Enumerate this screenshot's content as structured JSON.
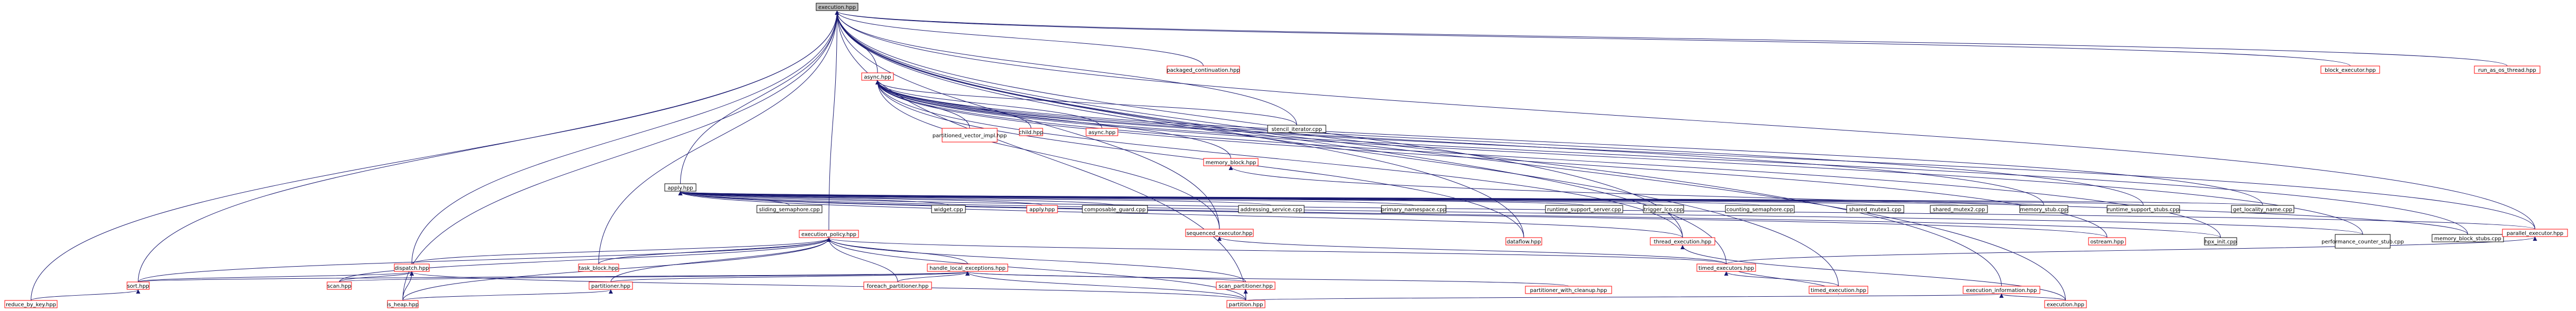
{
  "colors": {
    "edge": "#191970",
    "root_fill": "#bfbfbf",
    "root_stroke": "#000000",
    "red_stroke": "#ff0000",
    "black_stroke": "#000000",
    "fill": "#ffffff"
  },
  "nodes": [
    {
      "id": "execution",
      "label": "execution.hpp",
      "style": "root"
    },
    {
      "id": "async",
      "label": "async.hpp",
      "style": "red"
    },
    {
      "id": "packaged_continuation",
      "label": "packaged_continuation.hpp",
      "style": "red"
    },
    {
      "id": "block_executor",
      "label": "block_executor.hpp",
      "style": "red"
    },
    {
      "id": "run_as_os_thread",
      "label": "run_as_os_thread.hpp",
      "style": "red"
    },
    {
      "id": "partitioned_vector_impl",
      "label": "partitioned_vector_impl.hpp",
      "style": "red"
    },
    {
      "id": "child",
      "label": "child.hpp",
      "style": "red"
    },
    {
      "id": "async_hpp2",
      "label": "async.hpp",
      "style": "red"
    },
    {
      "id": "apply",
      "label": "apply.hpp",
      "style": "black"
    },
    {
      "id": "stencil_iterator",
      "label": "stencil_iterator.cpp",
      "style": "black"
    },
    {
      "id": "memory_block",
      "label": "memory_block.hpp",
      "style": "red"
    },
    {
      "id": "sliding_semaphore",
      "label": "sliding_semaphore.cpp",
      "style": "black"
    },
    {
      "id": "widget",
      "label": "widget.cpp",
      "style": "black"
    },
    {
      "id": "apply_hpp2",
      "label": "apply.hpp",
      "style": "red"
    },
    {
      "id": "composable_guard",
      "label": "composable_guard.cpp",
      "style": "black"
    },
    {
      "id": "addressing_service",
      "label": "addressing_service.cpp",
      "style": "black"
    },
    {
      "id": "primary_namespace",
      "label": "primary_namespace.cpp",
      "style": "black"
    },
    {
      "id": "runtime_support_server",
      "label": "runtime_support_server.cpp",
      "style": "black"
    },
    {
      "id": "trigger_lco",
      "label": "trigger_lco.cpp",
      "style": "black"
    },
    {
      "id": "counting_semaphore",
      "label": "counting_semaphore.cpp",
      "style": "black"
    },
    {
      "id": "shared_mutex1",
      "label": "shared_mutex1.cpp",
      "style": "black"
    },
    {
      "id": "shared_mutex2",
      "label": "shared_mutex2.cpp",
      "style": "black"
    },
    {
      "id": "memory_stub",
      "label": "memory_stub.cpp",
      "style": "black"
    },
    {
      "id": "runtime_support_stubs",
      "label": "runtime_support_stubs.cpp",
      "style": "black"
    },
    {
      "id": "get_locality_name",
      "label": "get_locality_name.cpp",
      "style": "black"
    },
    {
      "id": "ostream",
      "label": "ostream.hpp",
      "style": "red"
    },
    {
      "id": "hpx_init",
      "label": "hpx_init.cpp",
      "style": "black"
    },
    {
      "id": "performance_counter_stub",
      "label": "performance_counter_stub.cpp",
      "style": "black"
    },
    {
      "id": "memory_block_stubs",
      "label": "memory_block_stubs.cpp",
      "style": "black"
    },
    {
      "id": "parallel_executor",
      "label": "parallel_executor.hpp",
      "style": "red"
    },
    {
      "id": "sequenced_executor",
      "label": "sequenced_executor.hpp",
      "style": "red"
    },
    {
      "id": "dataflow",
      "label": "dataflow.hpp",
      "style": "red"
    },
    {
      "id": "thread_execution",
      "label": "thread_execution.hpp",
      "style": "red"
    },
    {
      "id": "execution_policy",
      "label": "execution_policy.hpp",
      "style": "red"
    },
    {
      "id": "dispatch",
      "label": "dispatch.hpp",
      "style": "red"
    },
    {
      "id": "task_block",
      "label": "task_block.hpp",
      "style": "red"
    },
    {
      "id": "handle_local_exceptions",
      "label": "handle_local_exceptions.hpp",
      "style": "red"
    },
    {
      "id": "timed_executors",
      "label": "timed_executors.hpp",
      "style": "red"
    },
    {
      "id": "sort",
      "label": "sort.hpp",
      "style": "red"
    },
    {
      "id": "scan",
      "label": "scan.hpp",
      "style": "red"
    },
    {
      "id": "partitioner",
      "label": "partitioner.hpp",
      "style": "red"
    },
    {
      "id": "foreach_partitioner",
      "label": "foreach_partitioner.hpp",
      "style": "red"
    },
    {
      "id": "scan_partitioner",
      "label": "scan_partitioner.hpp",
      "style": "red"
    },
    {
      "id": "partitioner_with_cleanup",
      "label": "partitioner_with_cleanup.hpp",
      "style": "red"
    },
    {
      "id": "timed_execution",
      "label": "timed_execution.hpp",
      "style": "red"
    },
    {
      "id": "execution_information",
      "label": "execution_information.hpp",
      "style": "red"
    },
    {
      "id": "reduce_by_key",
      "label": "reduce_by_key.hpp",
      "style": "red"
    },
    {
      "id": "is_heap",
      "label": "is_heap.hpp",
      "style": "red"
    },
    {
      "id": "partition",
      "label": "partition.hpp",
      "style": "red"
    },
    {
      "id": "execution_hpp2",
      "label": "execution.hpp",
      "style": "red"
    }
  ],
  "edges": [
    [
      "async",
      "execution"
    ],
    [
      "packaged_continuation",
      "execution"
    ],
    [
      "block_executor",
      "execution"
    ],
    [
      "run_as_os_thread",
      "execution"
    ],
    [
      "apply",
      "execution"
    ],
    [
      "stencil_iterator",
      "execution"
    ],
    [
      "dataflow",
      "execution"
    ],
    [
      "thread_execution",
      "execution"
    ],
    [
      "parallel_executor",
      "execution"
    ],
    [
      "sequenced_executor",
      "execution"
    ],
    [
      "execution_policy",
      "execution"
    ],
    [
      "dispatch",
      "execution"
    ],
    [
      "task_block",
      "execution"
    ],
    [
      "sort",
      "execution"
    ],
    [
      "timed_executors",
      "execution"
    ],
    [
      "timed_execution",
      "execution"
    ],
    [
      "execution_information",
      "execution"
    ],
    [
      "execution_hpp2",
      "execution"
    ],
    [
      "reduce_by_key",
      "execution"
    ],
    [
      "is_heap",
      "execution"
    ],
    [
      "partition",
      "execution"
    ],
    [
      "partitioned_vector_impl",
      "async"
    ],
    [
      "child",
      "async"
    ],
    [
      "async_hpp2",
      "async"
    ],
    [
      "stencil_iterator",
      "async"
    ],
    [
      "memory_block",
      "async"
    ],
    [
      "ostream",
      "async"
    ],
    [
      "hpx_init",
      "async"
    ],
    [
      "performance_counter_stub",
      "async"
    ],
    [
      "memory_block_stubs",
      "async"
    ],
    [
      "parallel_executor",
      "async"
    ],
    [
      "sequenced_executor",
      "async"
    ],
    [
      "dataflow",
      "async"
    ],
    [
      "thread_execution",
      "async"
    ],
    [
      "runtime_support_stubs",
      "async"
    ],
    [
      "get_locality_name",
      "async"
    ],
    [
      "memory_stub",
      "async"
    ],
    [
      "sliding_semaphore",
      "apply"
    ],
    [
      "widget",
      "apply"
    ],
    [
      "apply_hpp2",
      "apply"
    ],
    [
      "composable_guard",
      "apply"
    ],
    [
      "addressing_service",
      "apply"
    ],
    [
      "primary_namespace",
      "apply"
    ],
    [
      "runtime_support_server",
      "apply"
    ],
    [
      "trigger_lco",
      "apply"
    ],
    [
      "counting_semaphore",
      "apply"
    ],
    [
      "shared_mutex1",
      "apply"
    ],
    [
      "shared_mutex2",
      "apply"
    ],
    [
      "memory_stub",
      "apply"
    ],
    [
      "runtime_support_stubs",
      "apply"
    ],
    [
      "get_locality_name",
      "apply"
    ],
    [
      "ostream",
      "apply"
    ],
    [
      "hpx_init",
      "apply"
    ],
    [
      "performance_counter_stub",
      "apply"
    ],
    [
      "parallel_executor",
      "apply"
    ],
    [
      "thread_execution",
      "apply"
    ],
    [
      "memory_block_stubs",
      "memory_block"
    ],
    [
      "dispatch",
      "execution_policy"
    ],
    [
      "task_block",
      "execution_policy"
    ],
    [
      "handle_local_exceptions",
      "execution_policy"
    ],
    [
      "sort",
      "execution_policy"
    ],
    [
      "scan",
      "execution_policy"
    ],
    [
      "partitioner",
      "execution_policy"
    ],
    [
      "foreach_partitioner",
      "execution_policy"
    ],
    [
      "scan_partitioner",
      "execution_policy"
    ],
    [
      "partition",
      "execution_policy"
    ],
    [
      "timed_executors",
      "execution_policy"
    ],
    [
      "is_heap",
      "execution_policy"
    ],
    [
      "sort",
      "handle_local_exceptions"
    ],
    [
      "scan",
      "handle_local_exceptions"
    ],
    [
      "partitioner",
      "handle_local_exceptions"
    ],
    [
      "foreach_partitioner",
      "handle_local_exceptions"
    ],
    [
      "scan_partitioner",
      "handle_local_exceptions"
    ],
    [
      "partitioner_with_cleanup",
      "handle_local_exceptions"
    ],
    [
      "partition",
      "handle_local_exceptions"
    ],
    [
      "sort",
      "dispatch"
    ],
    [
      "scan",
      "dispatch"
    ],
    [
      "is_heap",
      "dispatch"
    ],
    [
      "partition",
      "dispatch"
    ],
    [
      "reduce_by_key",
      "sort"
    ],
    [
      "is_heap",
      "partitioner"
    ],
    [
      "partition",
      "scan_partitioner"
    ],
    [
      "timed_executors",
      "sequenced_executor"
    ],
    [
      "timed_executors",
      "parallel_executor"
    ],
    [
      "timed_execution",
      "timed_executors"
    ],
    [
      "timed_executors",
      "timed_execution"
    ],
    [
      "execution_hpp2",
      "execution_information"
    ],
    [
      "partition",
      "execution_information"
    ],
    [
      "execution_hpp2",
      "thread_execution"
    ]
  ]
}
